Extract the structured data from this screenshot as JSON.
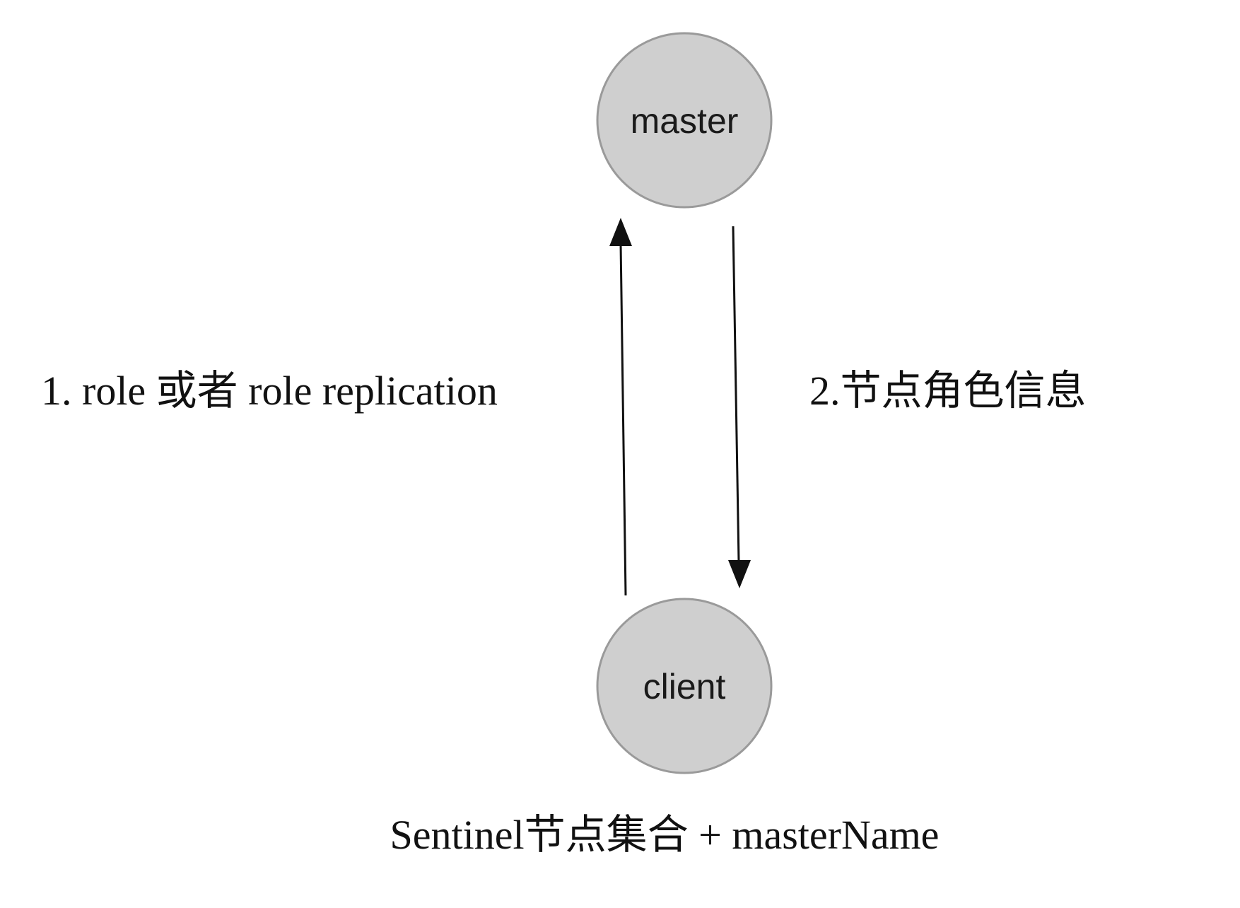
{
  "nodes": {
    "master": {
      "label": "master"
    },
    "client": {
      "label": "client"
    }
  },
  "edges": {
    "request": {
      "label": "1. role 或者 role replication"
    },
    "response": {
      "label": "2.节点角色信息"
    }
  },
  "footer": {
    "label": "Sentinel节点集合 + masterName"
  },
  "colors": {
    "node_fill": "#cfcfcf",
    "node_stroke": "#9a9a9a",
    "arrow": "#111111",
    "text": "#111111"
  }
}
